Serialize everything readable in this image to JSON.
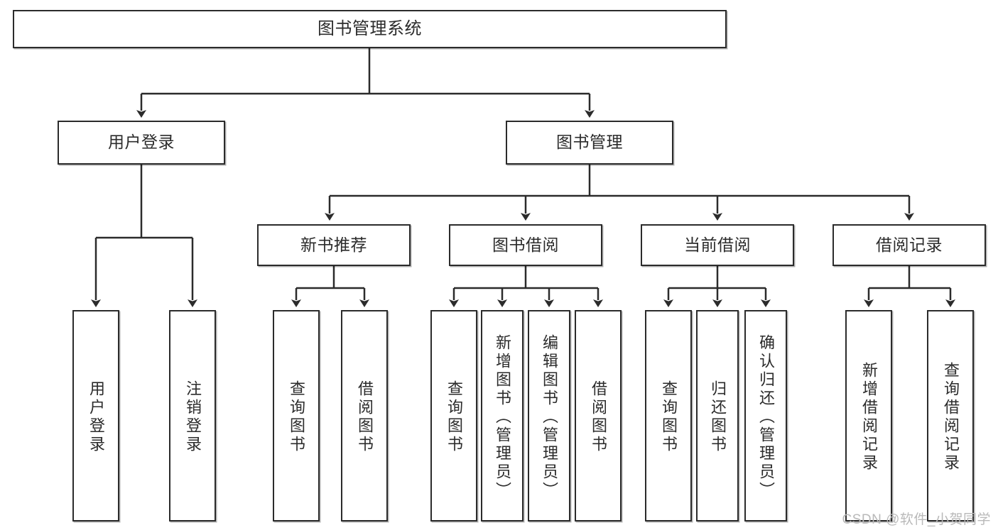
{
  "diagram": {
    "title": "图书管理系统",
    "type": "tree-hierarchy-chart",
    "root": {
      "label": "图书管理系统"
    },
    "level2": [
      {
        "label": "用户登录"
      },
      {
        "label": "图书管理"
      }
    ],
    "level3": [
      {
        "label": "新书推荐"
      },
      {
        "label": "图书借阅"
      },
      {
        "label": "当前借阅"
      },
      {
        "label": "借阅记录"
      }
    ],
    "leaves": {
      "user_login": [
        {
          "label": "用户登录"
        },
        {
          "label": "注销登录"
        }
      ],
      "new_book_recommend": [
        {
          "label": "查询图书"
        },
        {
          "label": "借阅图书"
        }
      ],
      "book_borrow": [
        {
          "label": "查询图书"
        },
        {
          "label": "新增图书（管理员）"
        },
        {
          "label": "编辑图书（管理员）"
        },
        {
          "label": "借阅图书"
        }
      ],
      "current_borrow": [
        {
          "label": "查询图书"
        },
        {
          "label": "归还图书"
        },
        {
          "label": "确认归还（管理员）"
        }
      ],
      "borrow_record": [
        {
          "label": "新增借阅记录"
        },
        {
          "label": "查询借阅记录"
        }
      ]
    }
  },
  "watermark": {
    "text": "CSDN @软件_小贺同学"
  },
  "colors": {
    "stroke": "#2b2b2b",
    "fill": "#ffffff",
    "text": "#2b2b2b",
    "watermark": "#b9b9b9"
  }
}
